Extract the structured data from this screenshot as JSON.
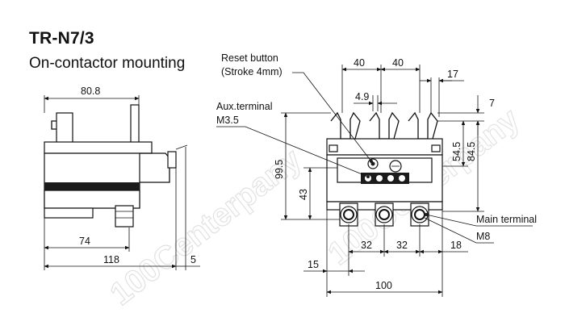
{
  "header": {
    "model": "TR-N7/3",
    "mounting": "On-contactor mounting"
  },
  "labels": {
    "reset_button_line1": "Reset button",
    "reset_button_line2": "(Stroke 4mm)",
    "aux_terminal_line1": "Aux.terminal",
    "aux_terminal_line2": "M3.5",
    "main_terminal_line1": "Main terminal",
    "main_terminal_line2": "M8"
  },
  "side_view": {
    "dim_top_width": "80.8",
    "dim_depth_74": "74",
    "dim_total_118": "118",
    "dim_offset_5": "5"
  },
  "front_view": {
    "dim_pitch_left_40": "40",
    "dim_pitch_right_40": "40",
    "dim_17": "17",
    "dim_7": "7",
    "dim_4_9": "4.9",
    "dim_99_5": "99.5",
    "dim_43": "43",
    "dim_54_5": "54.5",
    "dim_84_5": "84.5",
    "dim_32_left": "32",
    "dim_32_right": "32",
    "dim_18": "18",
    "dim_15": "15",
    "dim_100": "100"
  },
  "watermark": {
    "text": "100Centerpany"
  }
}
